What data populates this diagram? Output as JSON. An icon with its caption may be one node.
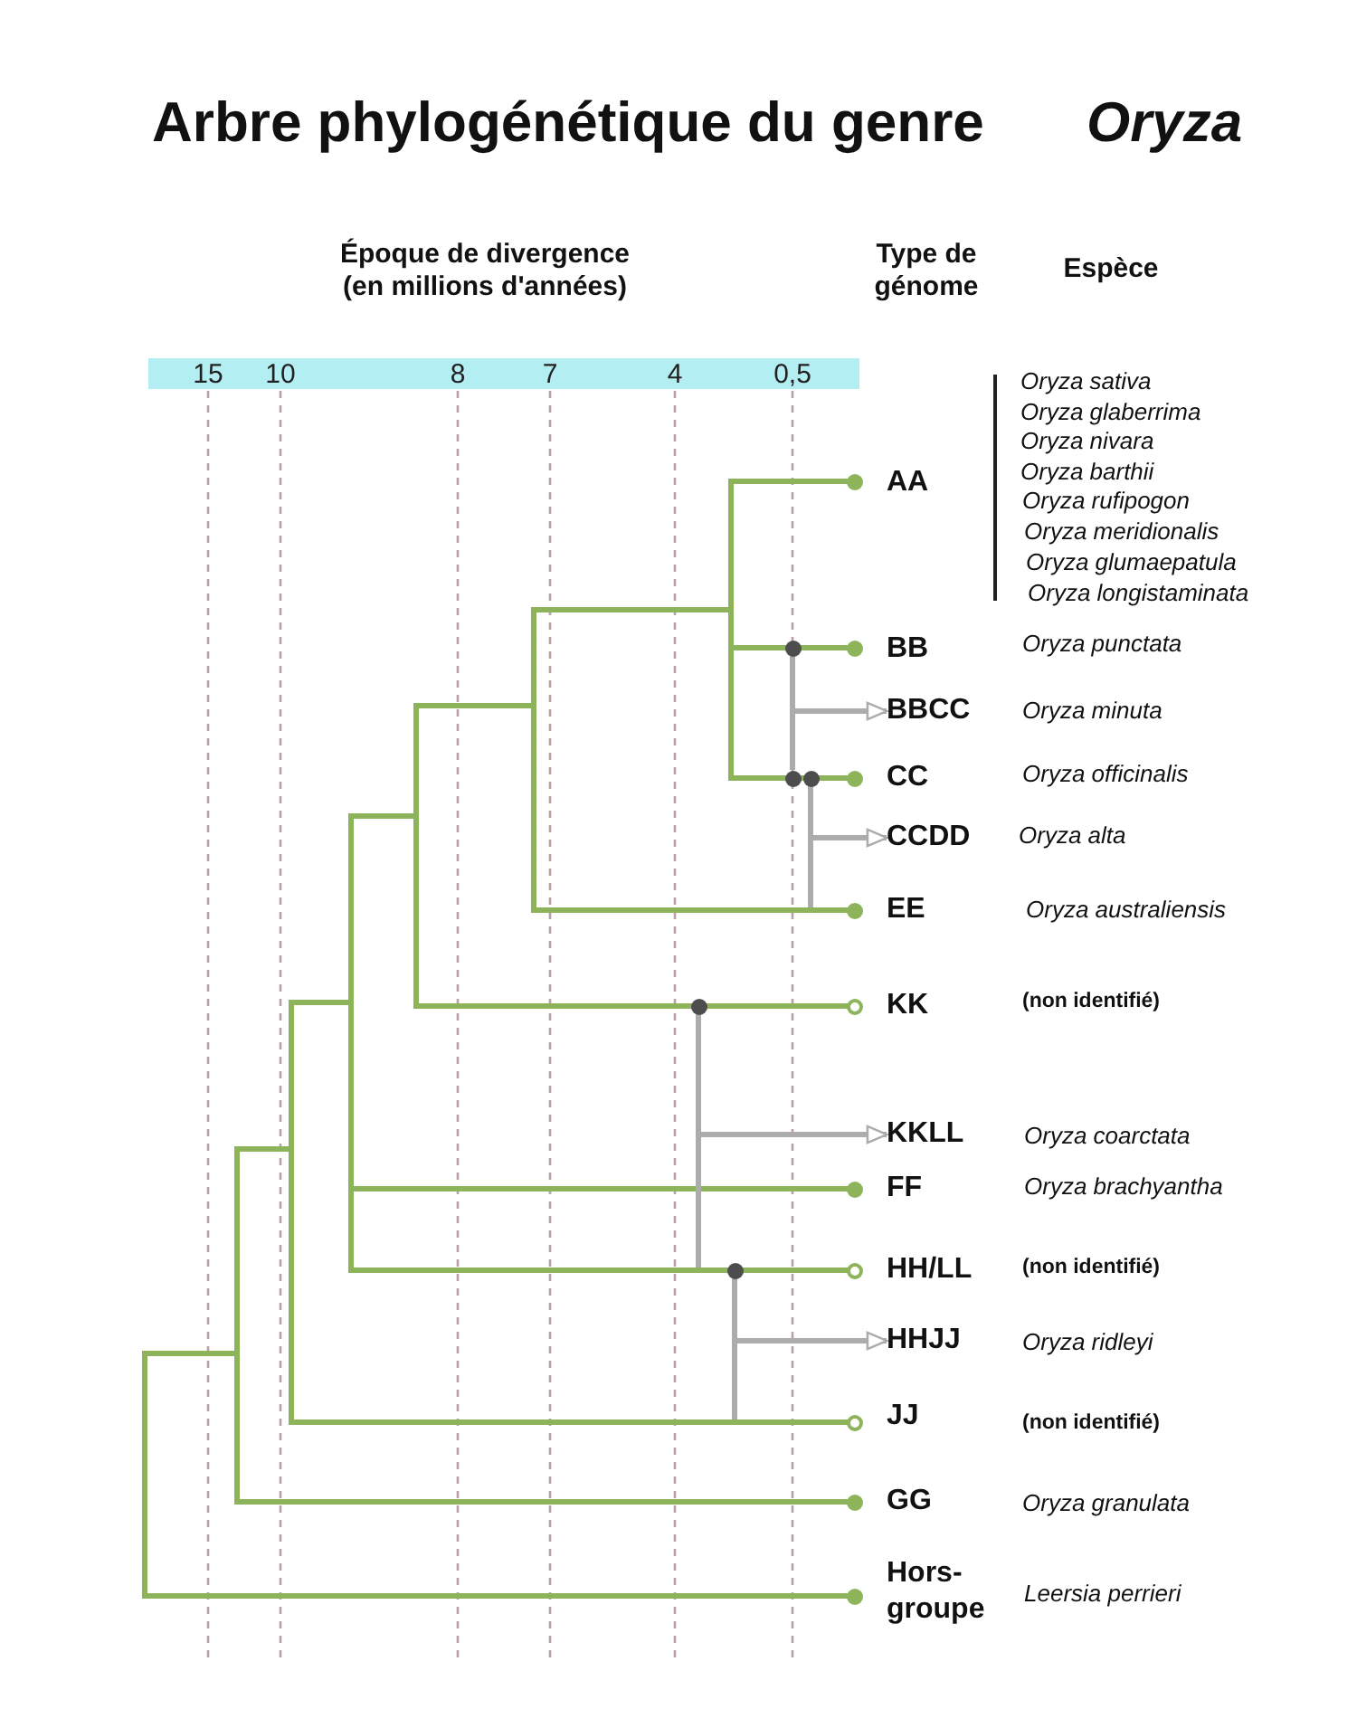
{
  "diagram": {
    "title": "Arbre phylogénétique du genre *Oryza*",
    "nodes": [
      {
        "text": [],
        "shape": "circle"
      },
      {
        "text": [
          "AA"
        ]
      },
      {
        "text": [],
        "shape": "circle"
      },
      {
        "text": [],
        "shape": "circle"
      },
      {
        "text": [
          "BB"
        ]
      },
      {
        "text": [
          "BBCC"
        ]
      },
      {
        "text": [],
        "shape": "circle"
      },
      {
        "text": [],
        "shape": "circle"
      },
      {
        "text": [],
        "shape": "circle"
      },
      {
        "text": [
          "CC"
        ]
      },
      {
        "text": [
          "CCDD"
        ]
      },
      {
        "text": [],
        "shape": "circle"
      },
      {
        "text": [
          "EE"
        ]
      },
      {
        "text": [],
        "shape": "circle"
      },
      {
        "text": [],
        "shape": "ring"
      },
      {
        "text": [
          "KK"
        ]
      },
      {
        "text": [
          "KKLL"
        ]
      },
      {
        "text": [],
        "shape": "circle"
      },
      {
        "text": [
          "FF"
        ]
      },
      {
        "text": [],
        "shape": "circle"
      },
      {
        "text": [],
        "shape": "ring"
      },
      {
        "text": [
          "HH/LL"
        ]
      },
      {
        "text": [
          "HHJJ"
        ]
      },
      {
        "text": [],
        "shape": "ring"
      },
      {
        "text": [
          "JJ"
        ]
      },
      {
        "text": [],
        "shape": "circle"
      },
      {
        "text": [
          "GG"
        ]
      },
      {
        "text": [],
        "shape": "circle"
      },
      {
        "text": [
          "Hors-groupe"
        ]
      }
    ],
    "edges": [
      {
        "from": null,
        "to": 0,
        "arrow": "none"
      },
      {
        "from": null,
        "to": 3,
        "arrow": "none"
      },
      {
        "from": null,
        "to": 8,
        "arrow": "none"
      },
      {
        "from": null,
        "to": 11,
        "arrow": "none"
      },
      {
        "from": null,
        "to": 14,
        "arrow": "none"
      },
      {
        "from": null,
        "to": 17,
        "arrow": "none"
      },
      {
        "from": null,
        "to": 20,
        "arrow": "none"
      },
      {
        "from": null,
        "to": 23,
        "arrow": "none"
      },
      {
        "from": null,
        "to": 25,
        "arrow": "none"
      },
      {
        "from": null,
        "to": 27,
        "arrow": "none"
      },
      {
        "from": 2,
        "to": 5,
        "arrow": "to",
        "color": "#acacac"
      },
      {
        "from": 6,
        "to": 5,
        "arrow": "to",
        "color": "#acacac"
      },
      {
        "from": 7,
        "to": 10,
        "arrow": "to",
        "color": "#acacac"
      },
      {
        "from": null,
        "to": 10,
        "arrow": "to",
        "color": "#acacac"
      },
      {
        "from": 13,
        "to": 16,
        "arrow": "to",
        "color": "#acacac"
      },
      {
        "from": null,
        "to": 16,
        "arrow": "to",
        "color": "#acacac"
      },
      {
        "from": 19,
        "to": 22,
        "arrow": "to",
        "color": "#acacac"
      },
      {
        "from": null,
        "to": 22,
        "arrow": "to",
        "color": "#acacac"
      }
    ],
    "labels": [
      "Époque de divergence (en millions d'années)",
      "Type de génome",
      "Espèce",
      "15",
      "10",
      "8",
      "7",
      "4",
      "0,5",
      "Oryza sativa",
      "Oryza glaberrima",
      "Oryza nivara",
      "Oryza barthii",
      "Oryza rufipogon",
      "Oryza meridionalis",
      "Oryza glumaepatula",
      "Oryza longistaminata",
      "Oryza punctata",
      "Oryza minuta",
      "Oryza officinalis",
      "Oryza alta",
      "Oryza australiensis",
      "(non identifié)",
      "Oryza coarctata",
      "Oryza brachyantha",
      "(non identifié)",
      "Oryza ridleyi",
      "(non identifié)",
      "Oryza granulata",
      "Leersia perrieri"
    ]
  }
}
